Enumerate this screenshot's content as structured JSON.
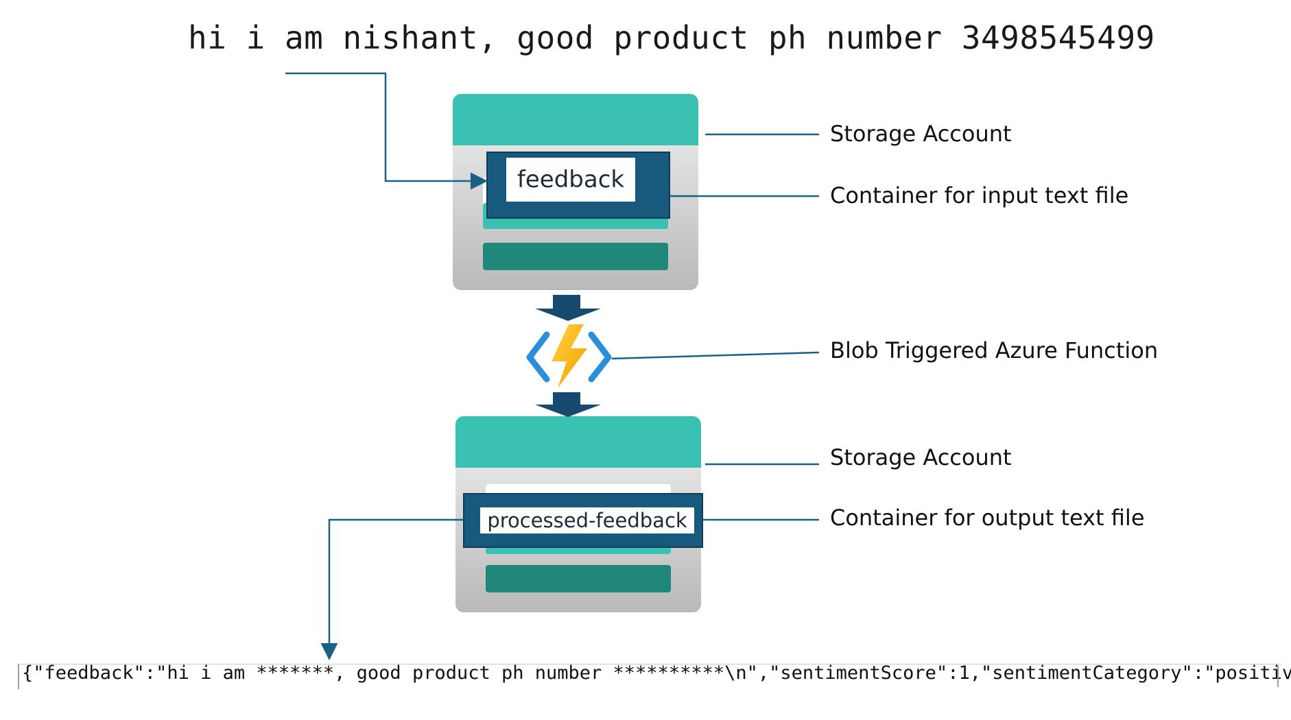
{
  "input_text": "hi i am nishant, good product ph number 3498545499",
  "labels": {
    "storage_account_top": "Storage Account",
    "input_container_desc": "Container for input text file",
    "function_desc": "Blob Triggered Azure Function",
    "storage_account_bottom": "Storage Account",
    "output_container_desc": "Container for output text file"
  },
  "containers": {
    "input_name": "feedback",
    "output_name": "processed-feedback"
  },
  "output_json": "{\"feedback\":\"hi i am *******, good product ph number **********\\n\",\"sentimentScore\":1,\"sentimentCategory\":\"positive\"}",
  "icons": {
    "storage_account_top": "storage-account-icon",
    "azure_function": "azure-function-icon",
    "storage_account_bottom": "storage-account-icon",
    "flow_arrow": "down-arrow-icon"
  },
  "colors": {
    "teal": "#3bc1b2",
    "dark_teal": "#21877a",
    "navy": "#175a7e",
    "connector": "#1a5f86",
    "gray_light": "#e8e8e8",
    "gray_dark": "#c2c2c2",
    "arrow": "#164a6e"
  }
}
